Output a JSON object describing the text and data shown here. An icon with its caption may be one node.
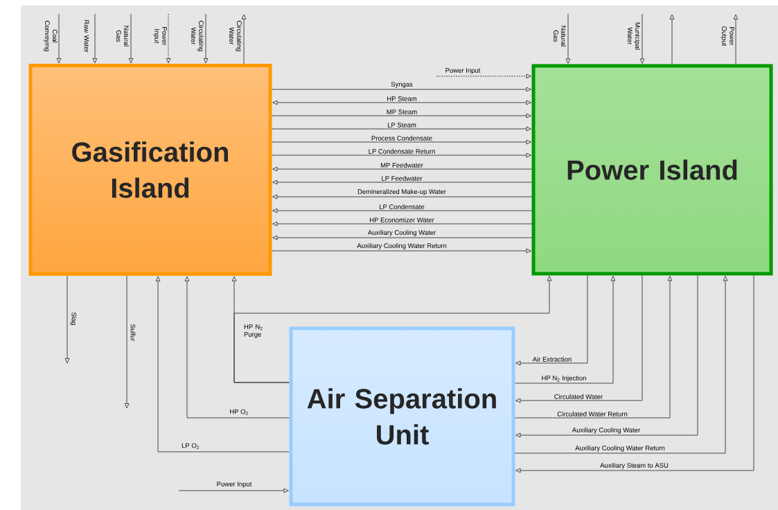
{
  "diagram": {
    "nodes": [
      {
        "text": [
          "Gasification Island"
        ]
      },
      {
        "text": [
          "Power Island"
        ]
      },
      {
        "text": [
          "Air Separation Unit"
        ]
      }
    ],
    "edges": [
      {
        "from": null,
        "to": 0,
        "arrow": "to",
        "label": "Coal Conveying"
      },
      {
        "from": null,
        "to": 0,
        "arrow": "to",
        "label": "Raw Water"
      },
      {
        "from": null,
        "to": 0,
        "arrow": "to",
        "label": "Natural Gas"
      },
      {
        "from": null,
        "to": 0,
        "arrow": "to",
        "label": "Power Input",
        "style": "dashed"
      },
      {
        "from": null,
        "to": 0,
        "arrow": "to",
        "label": "Circulating Water"
      },
      {
        "from": 0,
        "to": null,
        "arrow": "to",
        "label": "Circulating Water"
      },
      {
        "from": null,
        "to": 1,
        "arrow": "to",
        "label": "Natural Gas"
      },
      {
        "from": null,
        "to": 1,
        "arrow": "to",
        "label": "Municipal Water"
      },
      {
        "from": 1,
        "to": null,
        "arrow": "to"
      },
      {
        "from": 1,
        "to": null,
        "arrow": "to",
        "label": "Power Output"
      },
      {
        "from": null,
        "to": 1,
        "arrow": "to",
        "label": "Power Input",
        "style": "dashed"
      },
      {
        "from": 0,
        "to": 1,
        "arrow": "to",
        "label": "Syngas"
      },
      {
        "from": 0,
        "to": 1,
        "arrow": "both",
        "label": "HP Steam"
      },
      {
        "from": 0,
        "to": 1,
        "arrow": "to",
        "label": "MP Steam"
      },
      {
        "from": 0,
        "to": 1,
        "arrow": "to",
        "label": "LP Steam"
      },
      {
        "from": 0,
        "to": 1,
        "arrow": "to",
        "label": "Process Condensate"
      },
      {
        "from": 0,
        "to": 1,
        "arrow": "to",
        "label": "LP Condensate Return"
      },
      {
        "from": 1,
        "to": 0,
        "arrow": "to",
        "label": "MP Feedwater"
      },
      {
        "from": 1,
        "to": 0,
        "arrow": "to",
        "label": "LP Feedwater"
      },
      {
        "from": 1,
        "to": 0,
        "arrow": "to",
        "label": "Demineralized Make-up Water"
      },
      {
        "from": 1,
        "to": 0,
        "arrow": "to",
        "label": "LP Condensate"
      },
      {
        "from": 1,
        "to": 0,
        "arrow": "to",
        "label": "HP Economizer Water"
      },
      {
        "from": 1,
        "to": 0,
        "arrow": "to",
        "label": "Auxiliary Cooling Water"
      },
      {
        "from": 0,
        "to": 1,
        "arrow": "to",
        "label": "Auxiliary Cooling Water Return"
      },
      {
        "from": 0,
        "to": null,
        "arrow": "to",
        "label": "Slag"
      },
      {
        "from": 0,
        "to": null,
        "arrow": "to",
        "label": "Sulfur"
      },
      {
        "from": 2,
        "to": 0,
        "arrow": "to",
        "label": "LP O$_{2}$"
      },
      {
        "from": 2,
        "to": 0,
        "arrow": "to",
        "label": "HP O$_{2}$"
      },
      {
        "from": 2,
        "to": 0,
        "arrow": "to",
        "label": "HP N$_{2}$ Purge"
      },
      {
        "from": 2,
        "to": 1,
        "arrow": "to"
      },
      {
        "from": null,
        "to": 2,
        "arrow": "to",
        "label": "Power Input"
      },
      {
        "from": 1,
        "to": 2,
        "arrow": "to",
        "label": "Air Extraction"
      },
      {
        "from": 2,
        "to": 1,
        "arrow": "to",
        "label": "HP N$_{2}$ Injection"
      },
      {
        "from": 1,
        "to": 2,
        "arrow": "to",
        "label": "Circulated Water"
      },
      {
        "from": 2,
        "to": 1,
        "arrow": "to",
        "label": "Circulated Water Return"
      },
      {
        "from": 1,
        "to": 2,
        "arrow": "to",
        "label": "Auxiliary Cooling Water"
      },
      {
        "from": 2,
        "to": 1,
        "arrow": "to",
        "label": "Auxiliary Cooling Water Return"
      },
      {
        "from": 1,
        "to": 2,
        "arrow": "to",
        "label": "Auxiliary Steam to ASU"
      }
    ]
  }
}
